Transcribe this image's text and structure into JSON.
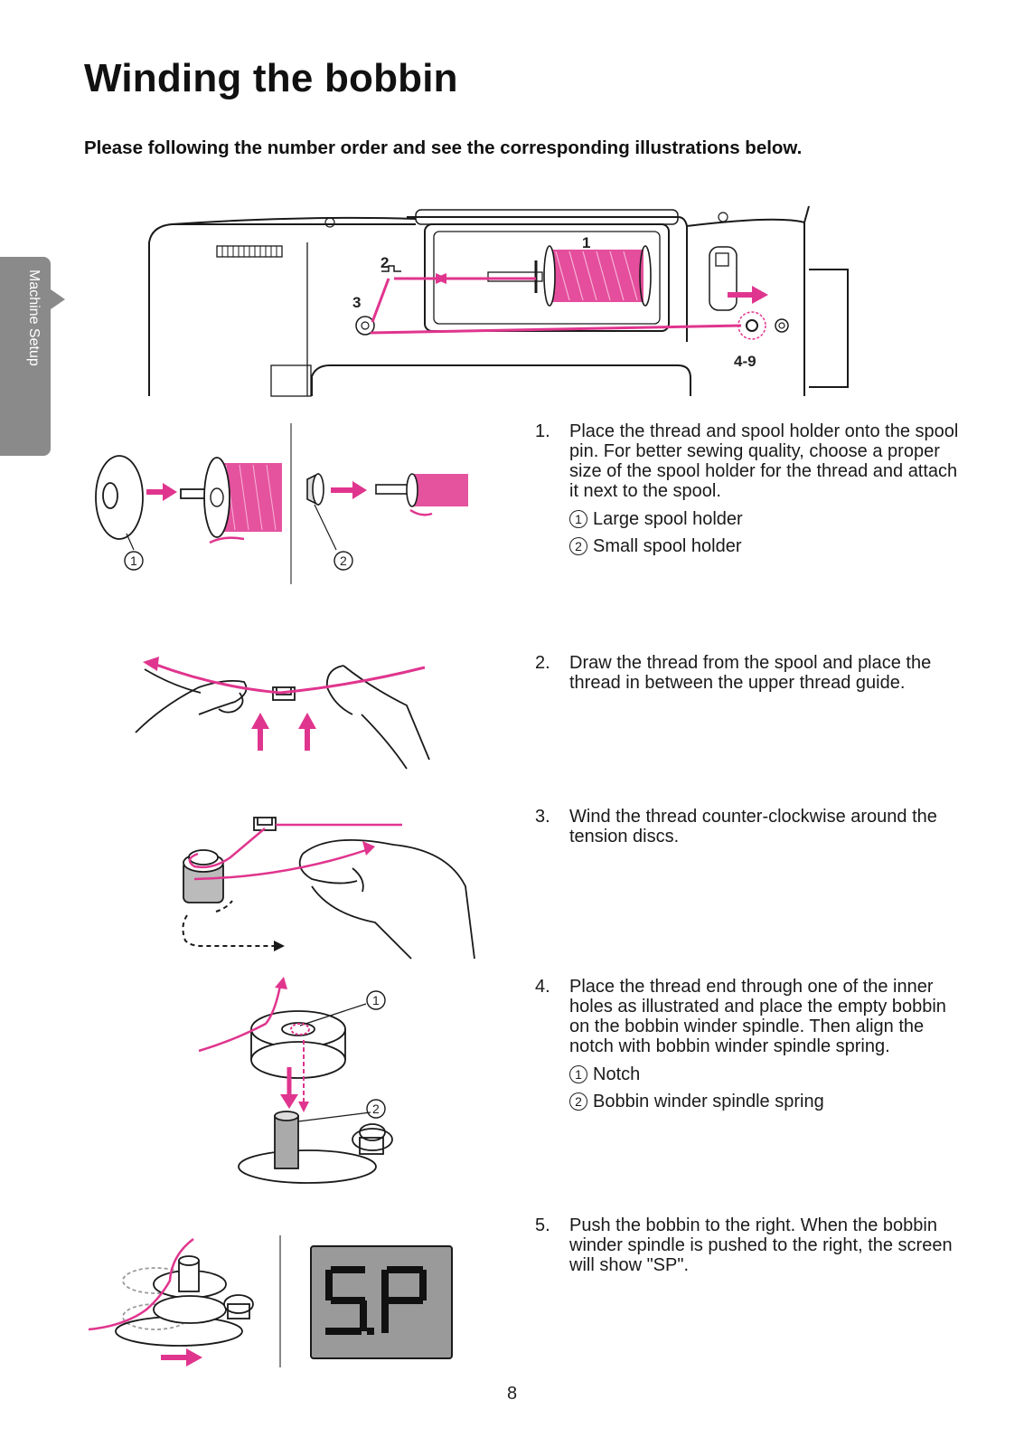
{
  "page": {
    "title": "Winding the bobbin",
    "subtitle": "Please following the number order and see the corresponding illustrations below.",
    "side_tab": "Machine Setup",
    "page_number": "8"
  },
  "overview": {
    "labels": [
      "1",
      "2",
      "3",
      "4-9"
    ]
  },
  "steps": [
    {
      "num": "1.",
      "text": "Place the thread and spool holder onto the spool pin. For better sewing quality, choose a proper size of the spool holder for the thread and attach it next to the spool.",
      "sub": [
        {
          "mark": "1",
          "text": "Large spool holder"
        },
        {
          "mark": "2",
          "text": "Small spool holder"
        }
      ]
    },
    {
      "num": "2.",
      "text": "Draw the thread from the spool and place the thread in between the upper thread guide."
    },
    {
      "num": "3.",
      "text": "Wind the thread counter-clockwise around the tension discs."
    },
    {
      "num": "4.",
      "text": "Place the thread end through one of the inner holes as illustrated and place the empty bobbin on the bobbin winder spindle. Then align the notch with bobbin winder spindle spring.",
      "sub": [
        {
          "mark": "1",
          "text": "Notch"
        },
        {
          "mark": "2",
          "text": "Bobbin winder spindle spring"
        }
      ]
    },
    {
      "num": "5.",
      "text": "Push the bobbin to the right. When the bobbin winder spindle is pushed to the right, the screen will show \"SP\"."
    }
  ],
  "illustrations": {
    "step1_marks": [
      "1",
      "2"
    ],
    "step4_marks": [
      "1",
      "2"
    ],
    "display_text": "SP"
  },
  "colors": {
    "thread": "#e0358e",
    "thread_light": "#f08fc3",
    "outline": "#1a1a1a",
    "tab": "#8a8a8a",
    "display_bg": "#9a9a9a"
  }
}
